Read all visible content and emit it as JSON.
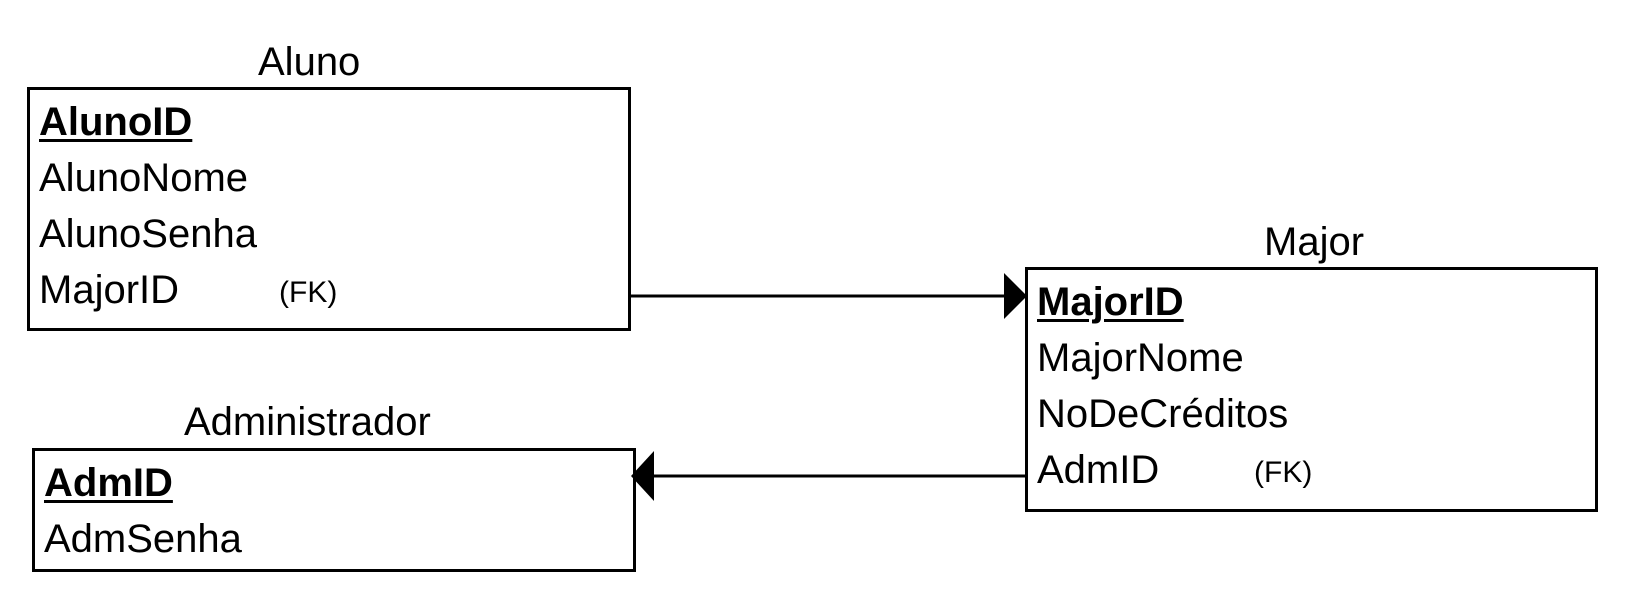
{
  "entities": {
    "aluno": {
      "title": "Aluno",
      "pk": "AlunoID",
      "attrs": [
        "AlunoNome",
        "AlunoSenha",
        "MajorID"
      ],
      "fk_label": "(FK)"
    },
    "major": {
      "title": "Major",
      "pk": "MajorID",
      "attrs": [
        "MajorNome",
        "NoDeCréditos",
        "AdmID"
      ],
      "fk_label": "(FK)"
    },
    "administrador": {
      "title": "Administrador",
      "pk": "AdmID",
      "attrs": [
        "AdmSenha"
      ]
    }
  },
  "relationships": [
    {
      "from": "Aluno.MajorID",
      "to": "Major.MajorID"
    },
    {
      "from": "Major.AdmID",
      "to": "Administrador.AdmID"
    }
  ],
  "colors": {
    "line": "#000000",
    "background": "#ffffff"
  }
}
